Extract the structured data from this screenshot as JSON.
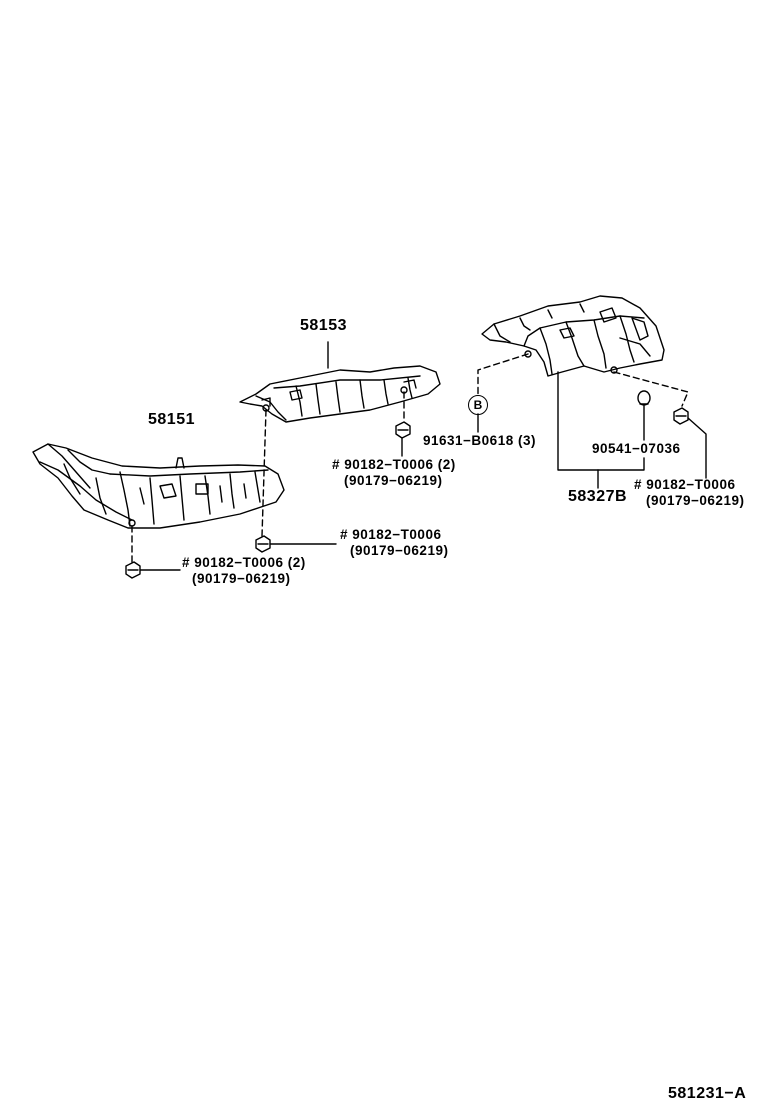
{
  "diagram": {
    "line_color": "#000000",
    "background": "#ffffff",
    "parts": {
      "p58153": "58153",
      "p58151": "58151",
      "p58327B": "58327B",
      "bolt_b": "91631−B0618 (3)",
      "clip_b": "90541−07036",
      "nut_upper_mid": {
        "line1": "# 90182−T0006 (2)",
        "line2": "(90179−06219)"
      },
      "nut_center": {
        "line1": "# 90182−T0006",
        "line2": "(90179−06219)"
      },
      "nut_left": {
        "line1": "# 90182−T0006 (2)",
        "line2": "(90179−06219)"
      },
      "nut_right": {
        "line1": "# 90182−T0006",
        "line2": "(90179−06219)"
      }
    },
    "ref_circle": "B",
    "figure_code": "581231−A"
  }
}
